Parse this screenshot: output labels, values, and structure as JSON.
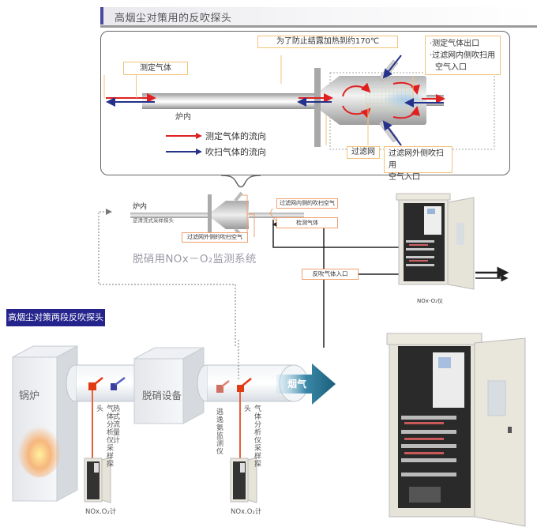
{
  "header_top": {
    "title": "高烟尘对策用的反吹探头"
  },
  "detail": {
    "callouts": {
      "measure_gas": "测定气体",
      "heating": "为了防止结露加热到约170℃",
      "outlet_lines": [
        "·测定气体出口",
        "·过滤网内侧吹扫用",
        "空气入口"
      ],
      "filter": "过滤网",
      "outer_purge_lines": [
        "过滤网外侧吹扫用",
        "空气入口"
      ]
    },
    "furnace_label": "炉内",
    "legend": [
      {
        "label": "测定气体的流向",
        "color": "#e02020"
      },
      {
        "label": "吹扫气体的流向",
        "color": "#26318a"
      }
    ]
  },
  "system": {
    "furnace_label": "炉内",
    "probe_label": "逆清洗式采样探头",
    "callouts": {
      "inner_purge": "过滤网内侧的吹扫空气",
      "detect_gas": "检测气体",
      "outer_purge": "过滤网外侧的吹扫空气",
      "backflush_inlet": "反吹气体入口"
    },
    "title": "脱硝用NOx－O₂监测系统",
    "analyzer_caption": "NOx-O₂仪"
  },
  "header_bottom": {
    "title": "高烟尘对策两段反吹探头"
  },
  "plant": {
    "boiler": "锅炉",
    "denitration": "脱硝设备",
    "flue_gas": "烟气",
    "probe1": "气体分析仪采样探头",
    "flowmeter": "热式流量计",
    "ammonia": "逃逸氨监测仪",
    "probe2": "气体分析仪采样探头",
    "meter1": "NOx.O₂计",
    "meter2": "NOx.O₂计"
  },
  "colors": {
    "measure_flow": "#e02020",
    "purge_flow": "#26318a",
    "header_bg": "#24248c",
    "callout_border": "#f3c37a",
    "callout_border_orange": "#f0a070",
    "flue_arrow": "#1f6f8b"
  }
}
